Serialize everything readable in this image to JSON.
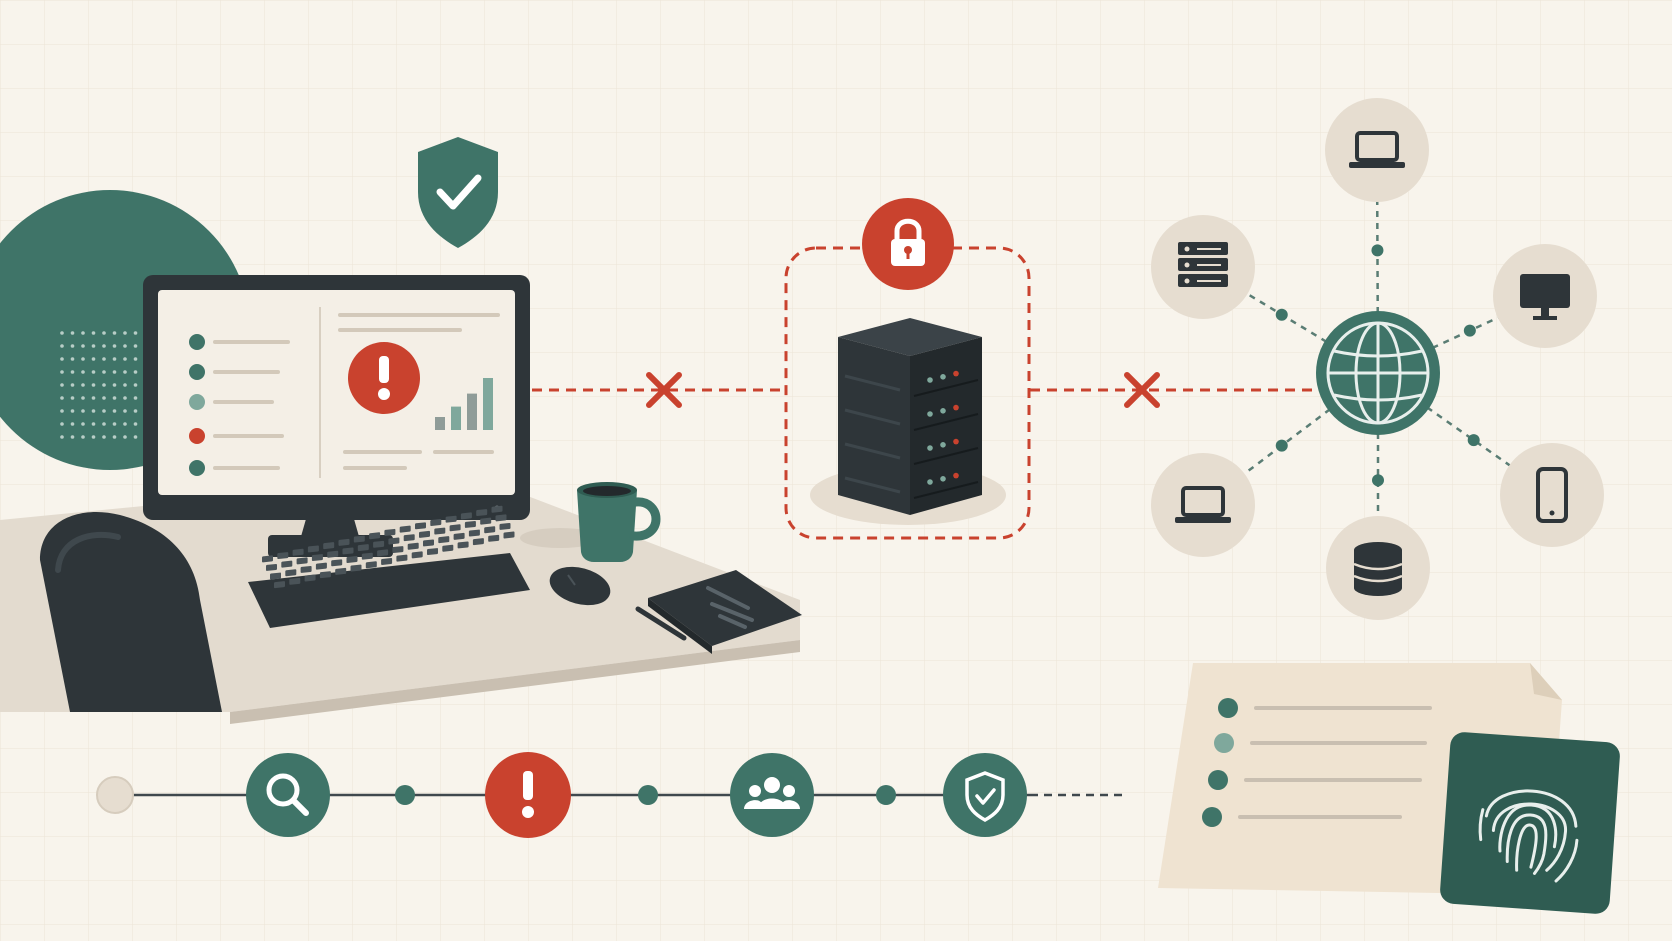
{
  "palette": {
    "background": "#f8f4ec",
    "grid": "#ece4d6",
    "teal": "#3f7468",
    "teal_dark": "#2f5c52",
    "teal_light": "#7fa89c",
    "charcoal": "#2e3539",
    "charcoal_dark": "#23292c",
    "alert_red": "#c9422e",
    "beige_circle": "#e6ddd0",
    "desk": "#e3dbcf",
    "desk_shadow": "#c9bfb1",
    "paper": "#efe3d1",
    "line_gray": "#c9bfb1"
  },
  "icons": {
    "shield": "shield-check-icon",
    "lock": "lock-icon",
    "globe": "globe-icon",
    "fingerprint": "fingerprint-icon",
    "search": "search-icon",
    "alert": "alert-icon",
    "users": "users-icon",
    "severed_link": "x-mark-icon"
  },
  "network_nodes": [
    "laptop-icon",
    "monitor-icon",
    "smartphone-icon",
    "database-icon",
    "laptop-icon",
    "server-rack-icon"
  ],
  "timeline_steps": [
    "start-dot-icon",
    "search-icon",
    "alert-icon",
    "users-icon",
    "shield-check-icon"
  ],
  "monitor_bar_levels": [
    0.25,
    0.45,
    0.7,
    1.0
  ]
}
